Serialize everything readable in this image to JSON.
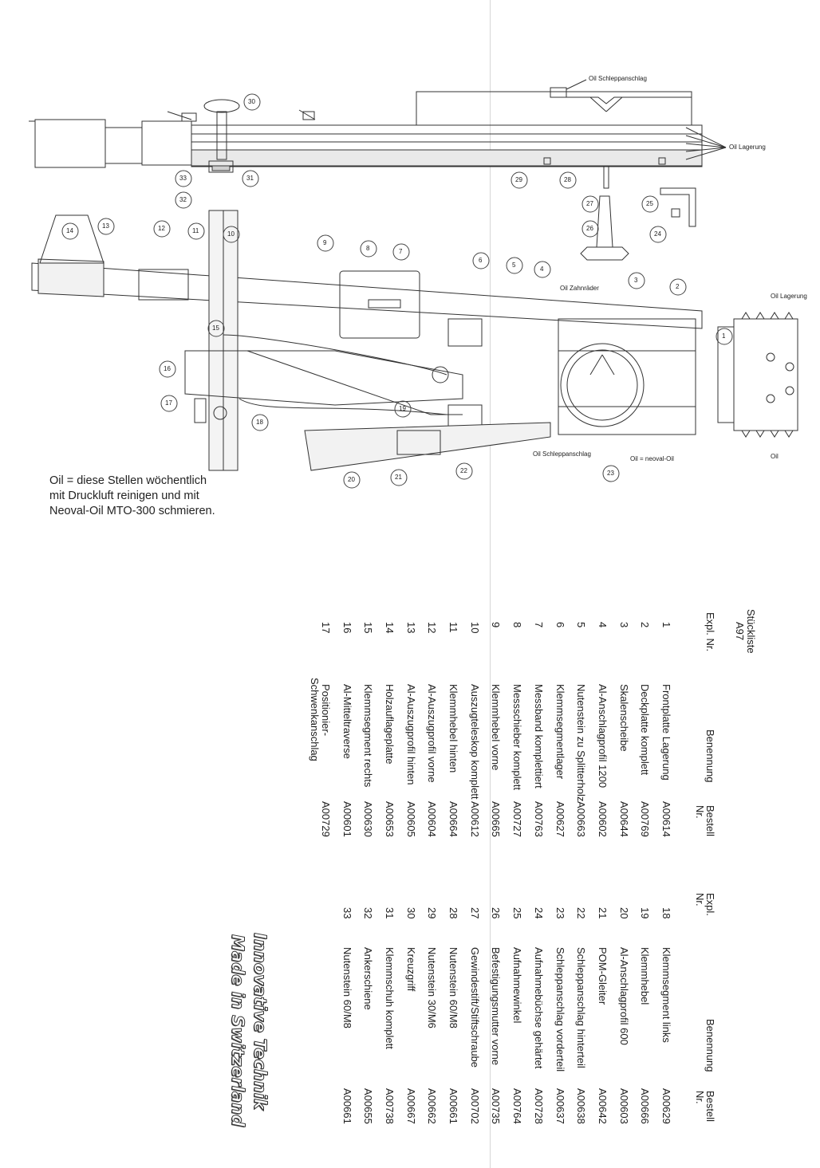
{
  "drawing": {
    "callouts": [
      "1",
      "2",
      "3",
      "4",
      "5",
      "6",
      "7",
      "8",
      "9",
      "10",
      "11",
      "12",
      "13",
      "14",
      "15",
      "16",
      "17",
      "18",
      "19",
      "20",
      "21",
      "22",
      "23",
      "24",
      "25",
      "26",
      "27",
      "28",
      "29",
      "30",
      "31",
      "32",
      "33"
    ],
    "labels": {
      "oil_schleppanschlag_top": "Oil Schleppanschlag",
      "oil_lagerung_top": "Oil Lagerung",
      "oil_zahnraeder": "Oil Zahnräder",
      "oil_lagerung_right": "Oil Lagerung",
      "oil_right_bottom": "Oil",
      "oil_schleppanschlag_bottom": "Oil Schleppanschlag",
      "oil_neoval": "Oil = neoval-Oil"
    }
  },
  "oil_note": {
    "line1": "Oil = diese Stellen wöchentlich",
    "line2": "mit Druckluft reinigen und mit",
    "line3": "Neoval-Oil MTO-300 schmieren."
  },
  "parts_list": {
    "title": "Stückliste",
    "model": "A97",
    "headers": {
      "nr": "Expl. Nr.",
      "name": "Benennung",
      "order": "Bestell Nr."
    },
    "left": [
      {
        "nr": "1",
        "name": "Frontplatte Lagerung",
        "order": "A00614"
      },
      {
        "nr": "2",
        "name": "Deckplatte komplett",
        "order": "A00769"
      },
      {
        "nr": "3",
        "name": "Skalenscheibe",
        "order": "A00644"
      },
      {
        "nr": "4",
        "name": "Al-Anschlagprofil 1200",
        "order": "A00602"
      },
      {
        "nr": "5",
        "name": "Nutenstein zu Splitterholz",
        "order": "A00663"
      },
      {
        "nr": "6",
        "name": "Klemmsegmentlager",
        "order": "A00627"
      },
      {
        "nr": "7",
        "name": "Messband komplettiert",
        "order": "A00763"
      },
      {
        "nr": "8",
        "name": "Messschieber komplett",
        "order": "A00727"
      },
      {
        "nr": "9",
        "name": "Klemmhebel vorne",
        "order": "A00665"
      },
      {
        "nr": "10",
        "name": "Auszugteleskop komplett",
        "order": "A00612"
      },
      {
        "nr": "11",
        "name": "Klemmhebel hinten",
        "order": "A00664"
      },
      {
        "nr": "12",
        "name": "Al-Auszugprofil vorne",
        "order": "A00604"
      },
      {
        "nr": "13",
        "name": "Al-Auszugprofil hinten",
        "order": "A00605"
      },
      {
        "nr": "14",
        "name": "Holzauflageplatte",
        "order": "A00653"
      },
      {
        "nr": "15",
        "name": "Klemmsegment rechts",
        "order": "A00630"
      },
      {
        "nr": "16",
        "name": "Al-Mitteltraverse",
        "order": "A00601"
      },
      {
        "nr": "17",
        "name": "Positionier-",
        "name2": "Schwenkanschlag",
        "order": "A00729"
      }
    ],
    "right": [
      {
        "nr": "18",
        "name": "Klemmsegment links",
        "order": "A00629"
      },
      {
        "nr": "19",
        "name": "Klemmhebel",
        "order": "A00666"
      },
      {
        "nr": "20",
        "name": "Al-Anschlagprofil 600",
        "order": "A00603"
      },
      {
        "nr": "21",
        "name": "POM-Gleiter",
        "order": "A00642"
      },
      {
        "nr": "22",
        "name": "Schleppanschlag hinterteil",
        "order": "A00638"
      },
      {
        "nr": "23",
        "name": "Schleppanschlag vorderteil",
        "order": "A00637"
      },
      {
        "nr": "24",
        "name": "Aufnahmebüchse gehärtet",
        "order": "A00728"
      },
      {
        "nr": "25",
        "name": "Aufnahmewinkel",
        "order": "A00764"
      },
      {
        "nr": "26",
        "name": "Befestigungsmutter vorne",
        "order": "A00735"
      },
      {
        "nr": "27",
        "name": "Gewindestift/Stiftschraube",
        "order": "A00702"
      },
      {
        "nr": "28",
        "name": "Nutenstein 60/M8",
        "order": "A00661"
      },
      {
        "nr": "29",
        "name": "Nutenstein 30/M6",
        "order": "A00662"
      },
      {
        "nr": "30",
        "name": "Kreuzgriff",
        "order": "A00667"
      },
      {
        "nr": "31",
        "name": "Klemmschuh komplett",
        "order": "A00738"
      },
      {
        "nr": "32",
        "name": "Ankerschiene",
        "order": "A00655"
      },
      {
        "nr": "33",
        "name": "Nutenstein 60/M8",
        "order": "A00661"
      }
    ]
  },
  "branding": {
    "line1": "Innovative Technik",
    "line2": "Made in Switzerland"
  }
}
